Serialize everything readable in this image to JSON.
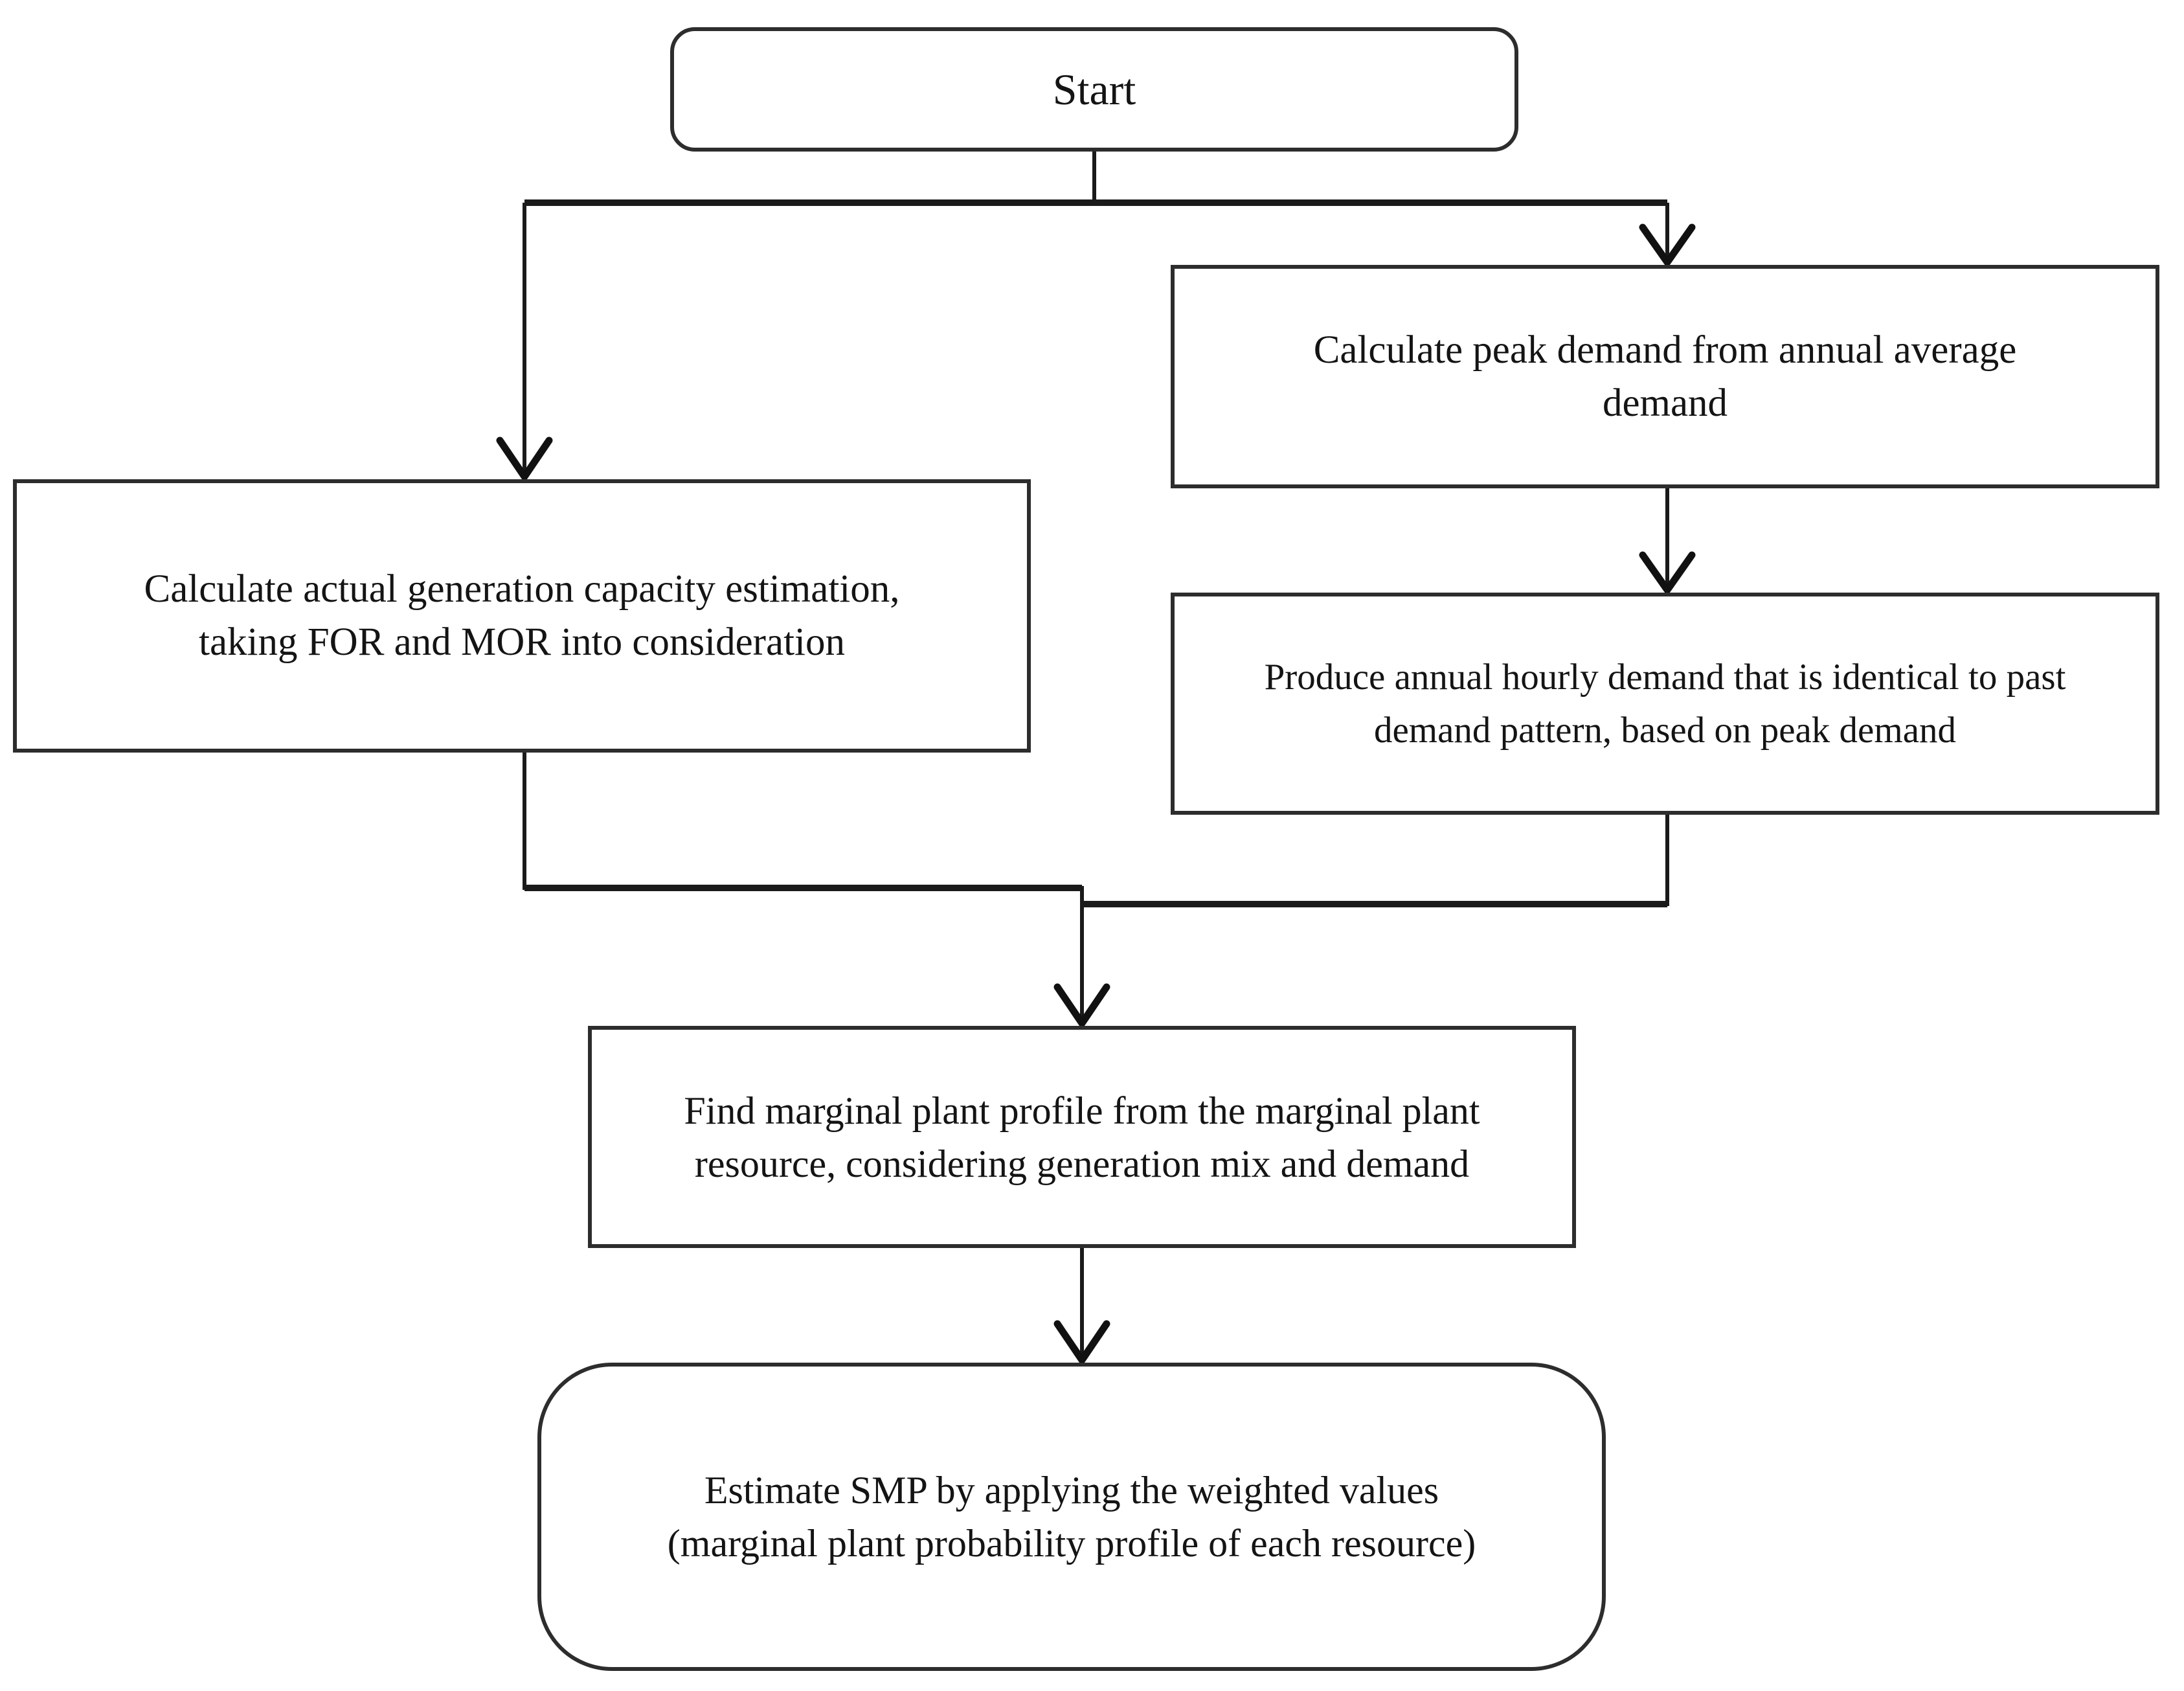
{
  "diagram": {
    "type": "flowchart",
    "colors": {
      "background": "#ffffff",
      "box_border": "#2d2d2d",
      "box_fill": "#ffffff",
      "connector": "#1a1a1a",
      "text": "#141414"
    },
    "nodes": {
      "start": {
        "shape": "rounded-terminal",
        "label": "Start"
      },
      "calc_capacity": {
        "shape": "process-rect",
        "line1": "Calculate actual generation capacity estimation,",
        "line2": "taking FOR and MOR into consideration"
      },
      "calc_peak_demand": {
        "shape": "process-rect",
        "line1": "Calculate peak demand from annual average",
        "line2": "demand"
      },
      "produce_hourly_demand": {
        "shape": "process-rect",
        "line1": "Produce annual hourly demand that is identical to past",
        "line2": "demand pattern, based on peak demand"
      },
      "find_marginal_profile": {
        "shape": "process-rect",
        "line1": "Find marginal plant profile from the marginal plant",
        "line2": "resource, considering generation mix and demand"
      },
      "estimate_smp": {
        "shape": "rounded-terminal",
        "line1": "Estimate SMP by applying the weighted values",
        "line2": "(marginal plant probability profile of each resource)"
      }
    },
    "edges": [
      {
        "from": "start",
        "to": "calc_capacity"
      },
      {
        "from": "start",
        "to": "calc_peak_demand"
      },
      {
        "from": "calc_peak_demand",
        "to": "produce_hourly_demand"
      },
      {
        "from": "calc_capacity",
        "to": "find_marginal_profile"
      },
      {
        "from": "produce_hourly_demand",
        "to": "find_marginal_profile"
      },
      {
        "from": "find_marginal_profile",
        "to": "estimate_smp"
      }
    ]
  }
}
